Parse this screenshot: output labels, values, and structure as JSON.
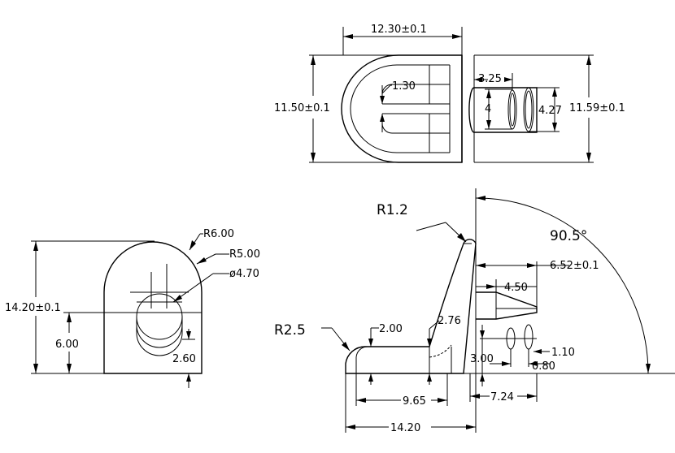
{
  "top_view": {
    "width_label": "12.30±0.1",
    "height_left_label": "11.50±0.1",
    "slot_label": "1.30",
    "tip_label": "3.25",
    "pin_label": "4",
    "pin_outer_label": "4.27",
    "height_right_label": "11.59±0.1"
  },
  "front_view": {
    "outer_radius_label": "R6.00",
    "inner_radius_label": "R5.00",
    "hole_label": "ø4.70",
    "height_label": "14.20±0.1",
    "center_height_label": "6.00",
    "offset_label": "2.60"
  },
  "side_view": {
    "tip_radius_label": "R1.2",
    "angle_label": "90.5°",
    "pin_length_label": "6.52±0.1",
    "pin_body_label": "4.50",
    "base_radius_label": "R2.5",
    "base_thickness_label": "2.00",
    "step_label": "2.76",
    "pin_height_label": "3.00",
    "groove_label": "1.10",
    "groove_offset_label": "0.80",
    "base_length_label": "9.65",
    "pin_extent_label": "7.24",
    "total_length_label": "14.20"
  }
}
